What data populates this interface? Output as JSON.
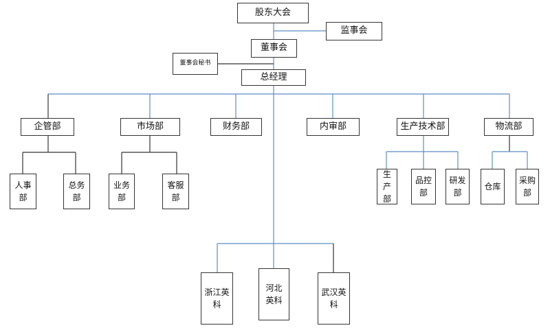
{
  "org_chart": {
    "shareholders": "股东大会",
    "supervisory_board": "监事会",
    "board": "董事会",
    "board_secretary": "董事会秘书",
    "general_manager": "总经理",
    "departments": {
      "enterprise_mgmt": "企管部",
      "market": "市场部",
      "finance": "财务部",
      "audit": "内审部",
      "production_tech": "生产技术部",
      "logistics": "物流部"
    },
    "sub_units": {
      "hr": "人事部",
      "general_affairs": "总务部",
      "business": "业务部",
      "customer_service": "客服部",
      "production": "生产部",
      "quality_control": "品控部",
      "rnd": "研发部",
      "warehouse": "仓库",
      "procurement": "采购部"
    },
    "branches": {
      "zhejiang": "浙江英科",
      "hebei": "河北英科",
      "wuhan": "武汉英科"
    }
  },
  "colors": {
    "connector_blue": "#5b8ec4",
    "connector_dark": "#333333",
    "box_border": "#333333"
  }
}
